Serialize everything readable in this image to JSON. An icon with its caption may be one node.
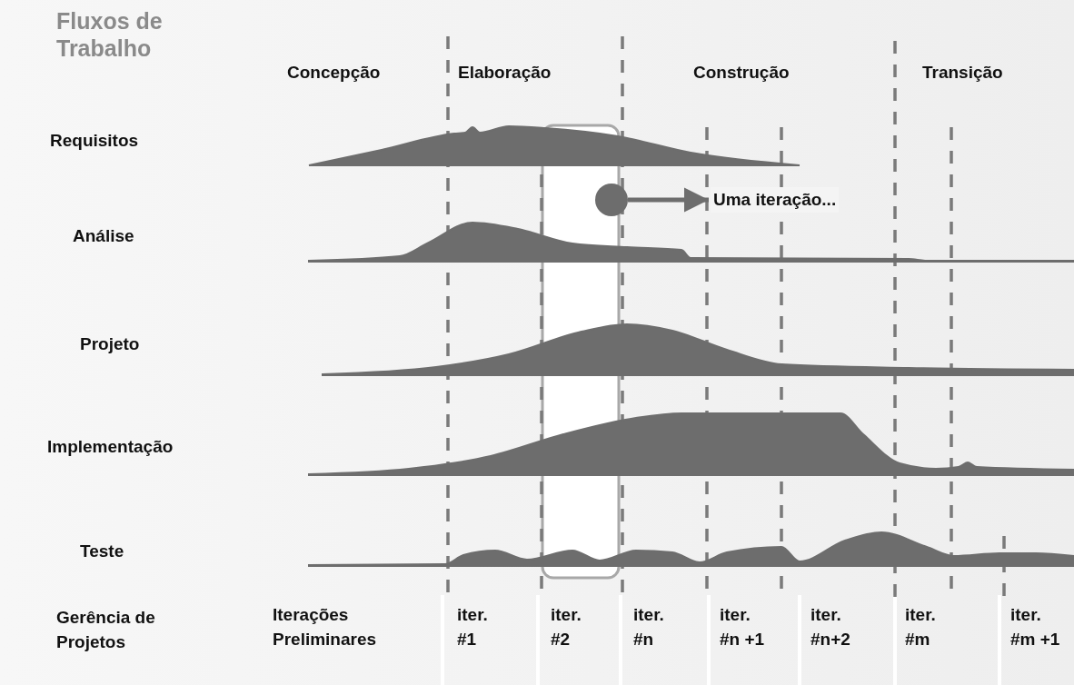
{
  "diagram": {
    "title": "Fluxos de Trabalho",
    "nodes": [
      {
        "text": [],
        "shape": "circle"
      },
      {
        "text": [
          "Uma iteração..."
        ]
      }
    ],
    "edges": [
      {
        "from": 0,
        "to": 1,
        "arrow": "to"
      }
    ],
    "labels": [
      "Concepção",
      "Elaboração",
      "Construção",
      "Transição",
      "Requisitos",
      "Análise",
      "Projeto",
      "Implementação",
      "Teste",
      "Gerência de Projetos",
      "Iterações Preliminares",
      "iter. #1",
      "iter. #2",
      "iter. #n",
      "iter. #n +1",
      "iter. #n+2",
      "iter. #m",
      "iter. #m +1"
    ]
  }
}
